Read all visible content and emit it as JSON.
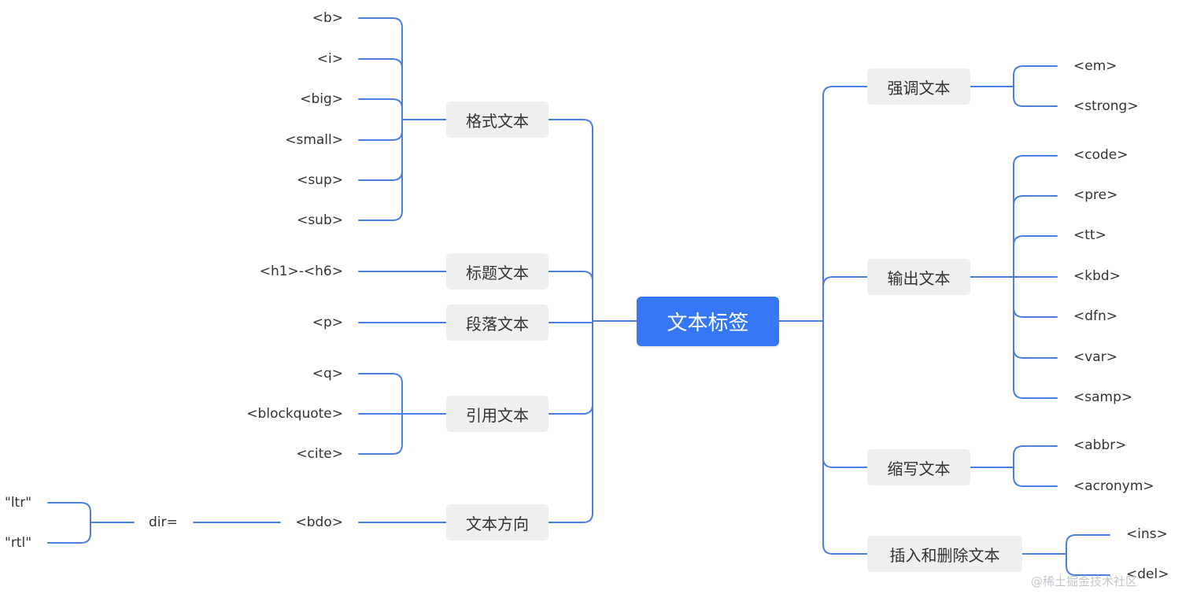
{
  "root": "文本标签",
  "left": {
    "format": {
      "label": "格式文本",
      "items": [
        "<b>",
        "<i>",
        "<big>",
        "<small>",
        "<sup>",
        "<sub>"
      ]
    },
    "heading": {
      "label": "标题文本",
      "items": [
        "<h1>-<h6>"
      ]
    },
    "paragraph": {
      "label": "段落文本",
      "items": [
        "<p>"
      ]
    },
    "quote": {
      "label": "引用文本",
      "items": [
        "<q>",
        "<blockquote>",
        "<cite>"
      ]
    },
    "direction": {
      "label": "文本方向",
      "items": [
        "<bdo>"
      ],
      "attr": "dir=",
      "values": [
        "\"ltr\"",
        "\"rtl\""
      ]
    }
  },
  "right": {
    "emphasis": {
      "label": "强调文本",
      "items": [
        "<em>",
        "<strong>"
      ]
    },
    "output": {
      "label": "输出文本",
      "items": [
        "<code>",
        "<pre>",
        "<tt>",
        "<kbd>",
        "<dfn>",
        "<var>",
        "<samp>"
      ]
    },
    "abbrev": {
      "label": "缩写文本",
      "items": [
        "<abbr>",
        "<acronym>"
      ]
    },
    "insdel": {
      "label": "插入和删除文本",
      "items": [
        "<ins>",
        "<del>"
      ]
    }
  },
  "watermark": "@稀土掘金技术社区"
}
